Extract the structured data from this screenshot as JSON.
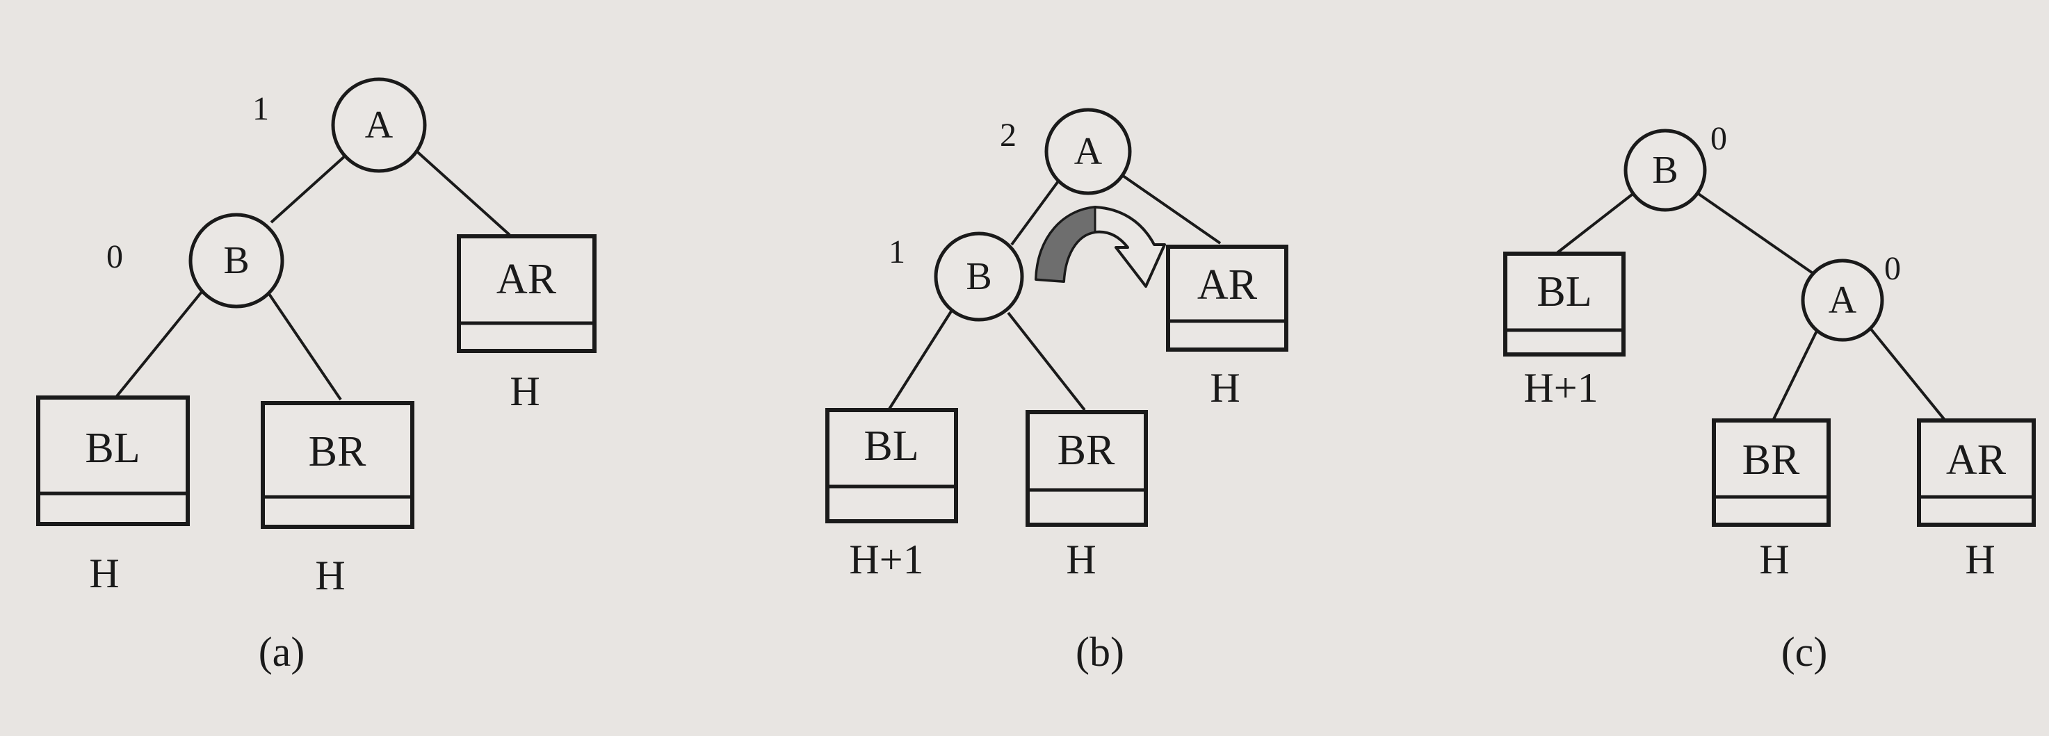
{
  "colors": {
    "ink": "#1a1a1a",
    "paper": "#e8e5e2",
    "arrow_fill": "#6e6e6e"
  },
  "panels": [
    {
      "caption": "(a)",
      "nodes": [
        {
          "id": "A",
          "label": "A",
          "balance": "1"
        },
        {
          "id": "B",
          "label": "B",
          "balance": "0"
        }
      ],
      "subtrees": [
        {
          "id": "BL",
          "label": "BL",
          "height": "H"
        },
        {
          "id": "BR",
          "label": "BR",
          "height": "H"
        },
        {
          "id": "AR",
          "label": "AR",
          "height": "H"
        }
      ],
      "edges": [
        [
          "A",
          "B"
        ],
        [
          "A",
          "AR"
        ],
        [
          "B",
          "BL"
        ],
        [
          "B",
          "BR"
        ]
      ]
    },
    {
      "caption": "(b)",
      "nodes": [
        {
          "id": "A",
          "label": "A",
          "balance": "2"
        },
        {
          "id": "B",
          "label": "B",
          "balance": "1"
        }
      ],
      "subtrees": [
        {
          "id": "BL",
          "label": "BL",
          "height": "H+1"
        },
        {
          "id": "BR",
          "label": "BR",
          "height": "H"
        },
        {
          "id": "AR",
          "label": "AR",
          "height": "H"
        }
      ],
      "edges": [
        [
          "A",
          "B"
        ],
        [
          "A",
          "AR"
        ],
        [
          "B",
          "BL"
        ],
        [
          "B",
          "BR"
        ]
      ],
      "rotation_arrow": "rotate-right-icon"
    },
    {
      "caption": "(c)",
      "nodes": [
        {
          "id": "B",
          "label": "B",
          "balance": "0"
        },
        {
          "id": "A",
          "label": "A",
          "balance": "0"
        }
      ],
      "subtrees": [
        {
          "id": "BL",
          "label": "BL",
          "height": "H+1"
        },
        {
          "id": "BR",
          "label": "BR",
          "height": "H"
        },
        {
          "id": "AR",
          "label": "AR",
          "height": "H"
        }
      ],
      "edges": [
        [
          "B",
          "BL"
        ],
        [
          "B",
          "A"
        ],
        [
          "A",
          "BR"
        ],
        [
          "A",
          "AR"
        ]
      ]
    }
  ]
}
